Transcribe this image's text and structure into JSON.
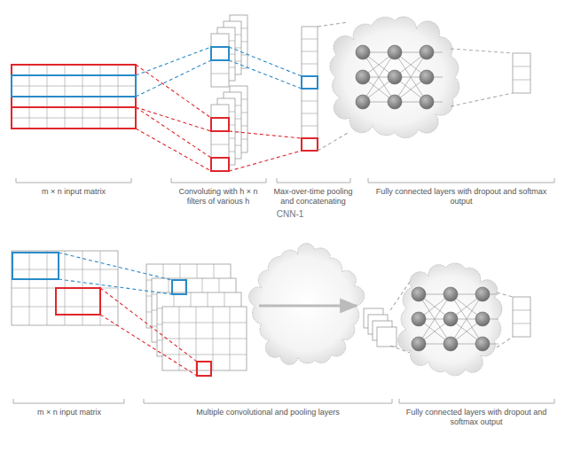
{
  "diagram": {
    "labels": [
      "m × n input matrix",
      "Convoluting with h × n filters of various h",
      "Max-over-time pooling and concatenating",
      "Fully connected layers with dropout and softmax output",
      "CNN-1",
      "m × n input matrix",
      "Multiple convolutional and pooling layers",
      "Fully connected layers with dropout and softmax output"
    ]
  }
}
